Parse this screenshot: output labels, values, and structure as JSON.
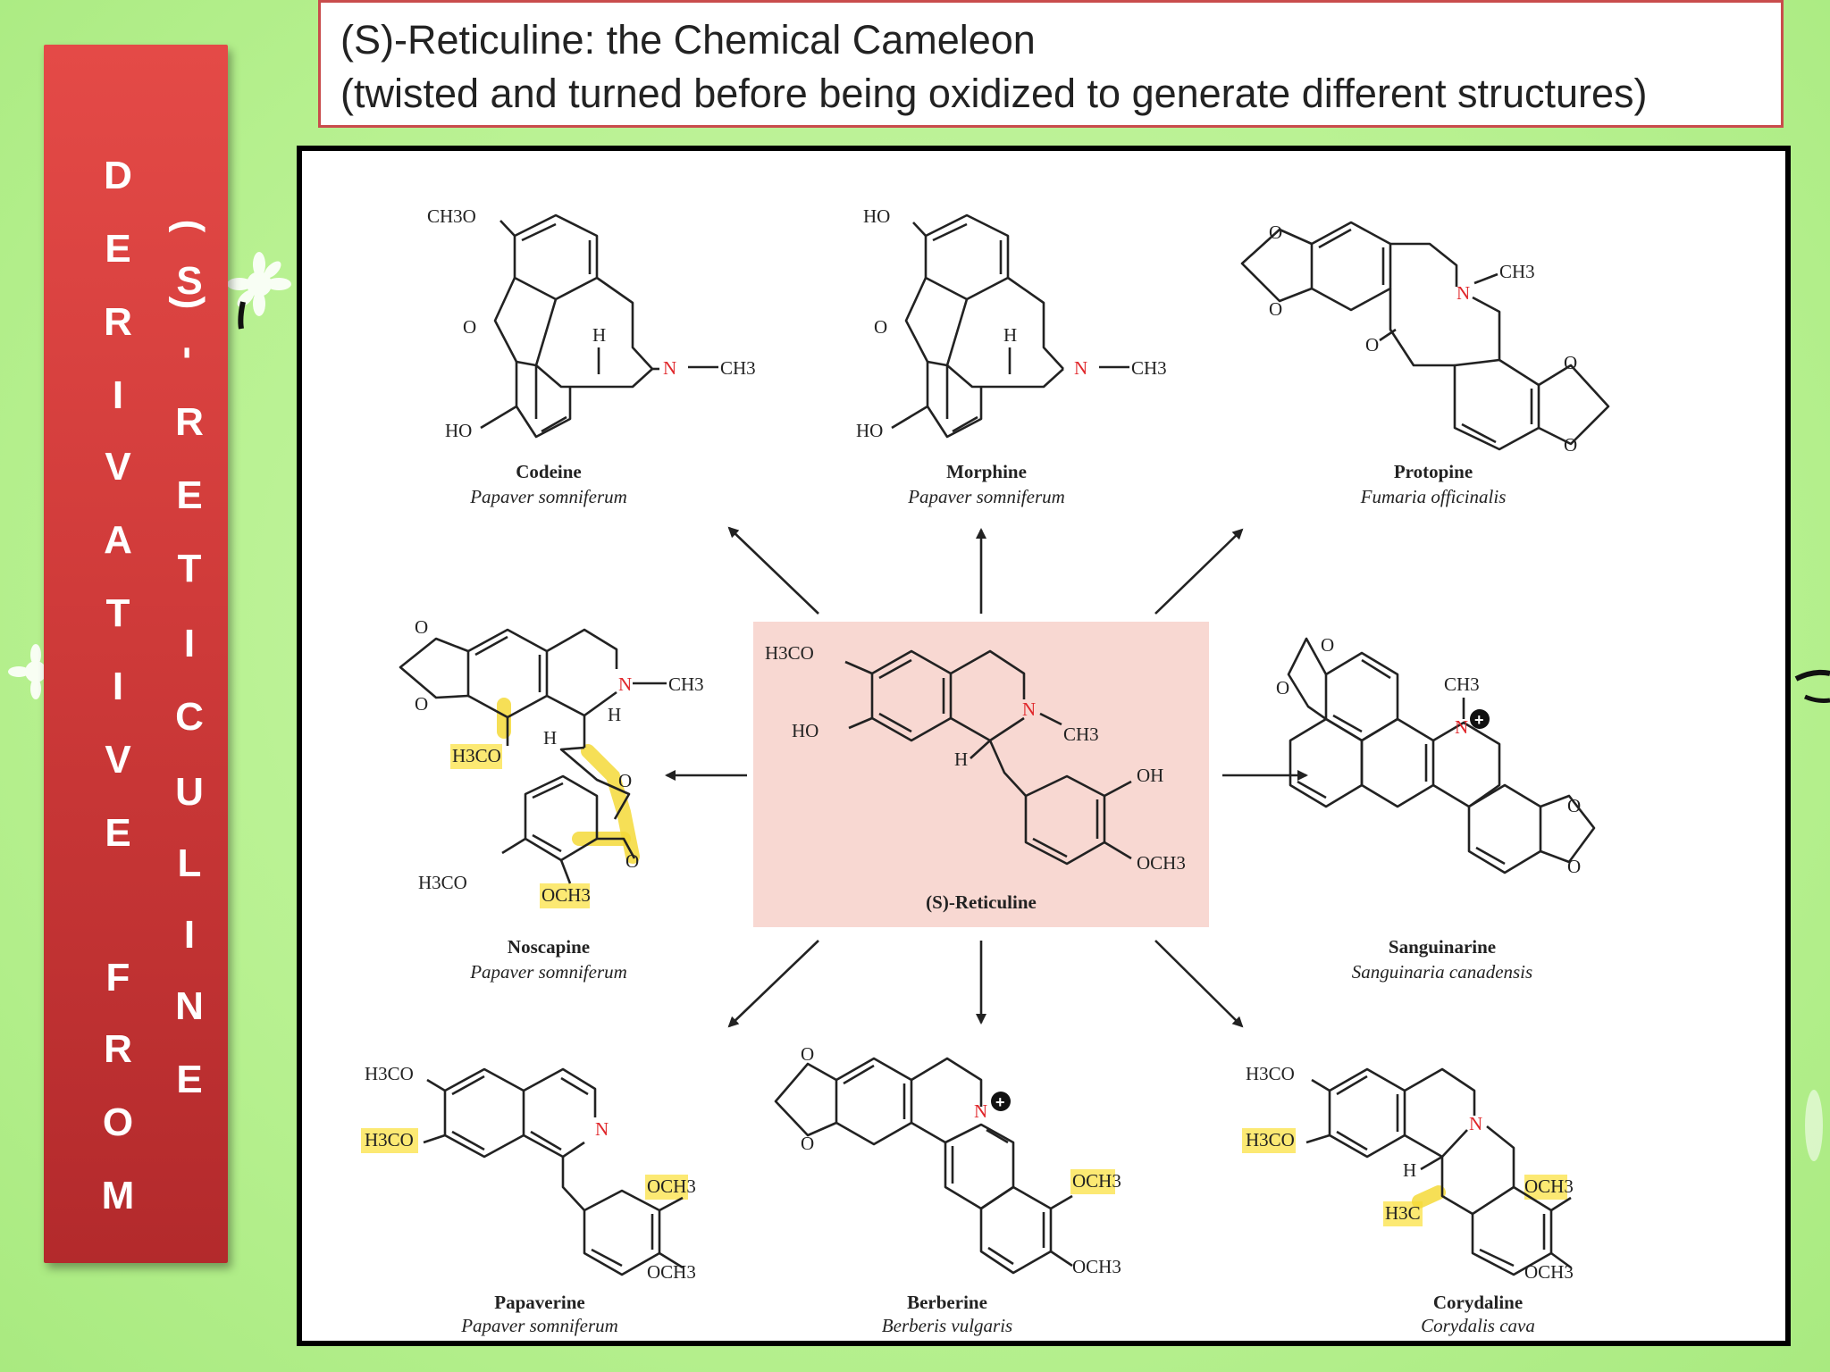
{
  "title": {
    "line1": "(S)-Reticuline: the Chemical Cameleon",
    "line2": "(twisted and turned before being oxidized to generate different structures)"
  },
  "banner": {
    "col1_letters": [
      "D",
      "E",
      "R",
      "I",
      "V",
      "A",
      "T",
      "I",
      "V",
      "E",
      "F",
      "R",
      "O",
      "M"
    ],
    "col2_letters": [
      "(",
      "S",
      ")",
      "-",
      "R",
      "E",
      "T",
      "I",
      "C",
      "U",
      "L",
      "I",
      "N",
      "E"
    ]
  },
  "diagram": {
    "center": {
      "name": "(S)-Reticuline",
      "atoms": {
        "h3co": "H3CO",
        "ho": "HO",
        "n": "N",
        "ch3": "CH3",
        "h": "H",
        "oh": "OH",
        "och3": "OCH3"
      }
    },
    "compounds": [
      {
        "key": "codeine",
        "name": "Codeine",
        "source": "Papaver somniferum"
      },
      {
        "key": "morphine",
        "name": "Morphine",
        "source": "Papaver somniferum"
      },
      {
        "key": "protopine",
        "name": "Protopine",
        "source": "Fumaria officinalis"
      },
      {
        "key": "noscapine",
        "name": "Noscapine",
        "source": "Papaver somniferum"
      },
      {
        "key": "sanguinarine",
        "name": "Sanguinarine",
        "source": "Sanguinaria canadensis"
      },
      {
        "key": "papaverine",
        "name": "Papaverine",
        "source": "Papaver somniferum"
      },
      {
        "key": "berberine",
        "name": "Berberine",
        "source": "Berberis vulgaris"
      },
      {
        "key": "corydaline",
        "name": "Corydaline",
        "source": "Corydalis cava"
      }
    ],
    "labels": {
      "ch3o": "CH3O",
      "ho": "HO",
      "o": "O",
      "h": "H",
      "n": "N",
      "ch3": "CH3",
      "h3co": "H3CO",
      "och3": "OCH3",
      "h3c": "H3C",
      "plus": "+"
    },
    "colors": {
      "nitrogen": "#e0262a",
      "highlight": "#fbe55a",
      "center_box": "#f8d8d2"
    }
  }
}
